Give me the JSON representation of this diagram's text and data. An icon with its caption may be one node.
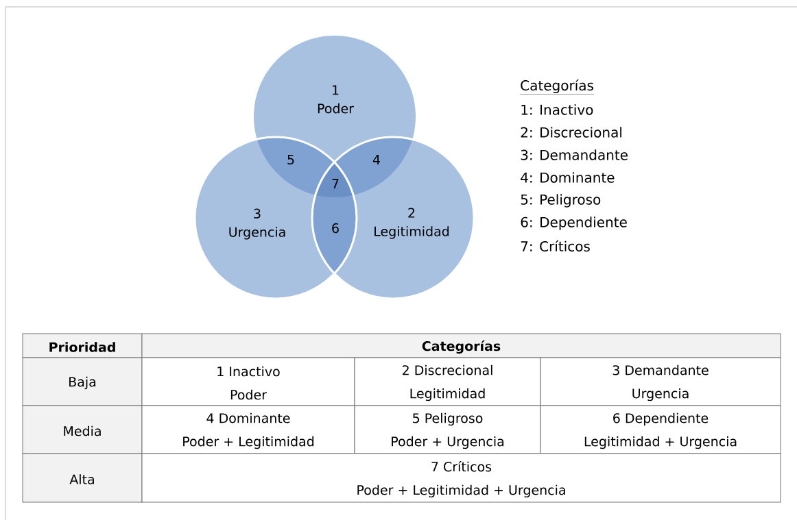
{
  "diagram": {
    "nodes": [
      {
        "text": [
          "1",
          "Poder"
        ]
      },
      {
        "text": [
          "2",
          "Legitimidad"
        ]
      },
      {
        "text": [
          "3",
          "Urgencia"
        ]
      }
    ],
    "labels": [
      "5",
      "4",
      "7",
      "6",
      "Categorías",
      "1: Inactivo",
      "2: Discrecional",
      "3: Demandante",
      "4: Dominante",
      "5: Peligroso",
      "6: Dependiente",
      "7: Críticos",
      "Prioridad",
      "Categorías",
      "Baja",
      "1 Inactivo",
      "Poder",
      "2 Discrecional",
      "Legitimidad",
      "3 Demandante",
      "Urgencia",
      "Media",
      "4 Dominante",
      "Poder + Legitimidad",
      "5 Peligroso",
      "Poder + Urgencia",
      "6 Dependiente",
      "Legitimidad + Urgencia",
      "Alta",
      "7 Críticos",
      "Poder + Legitimidad + Urgencia"
    ]
  }
}
